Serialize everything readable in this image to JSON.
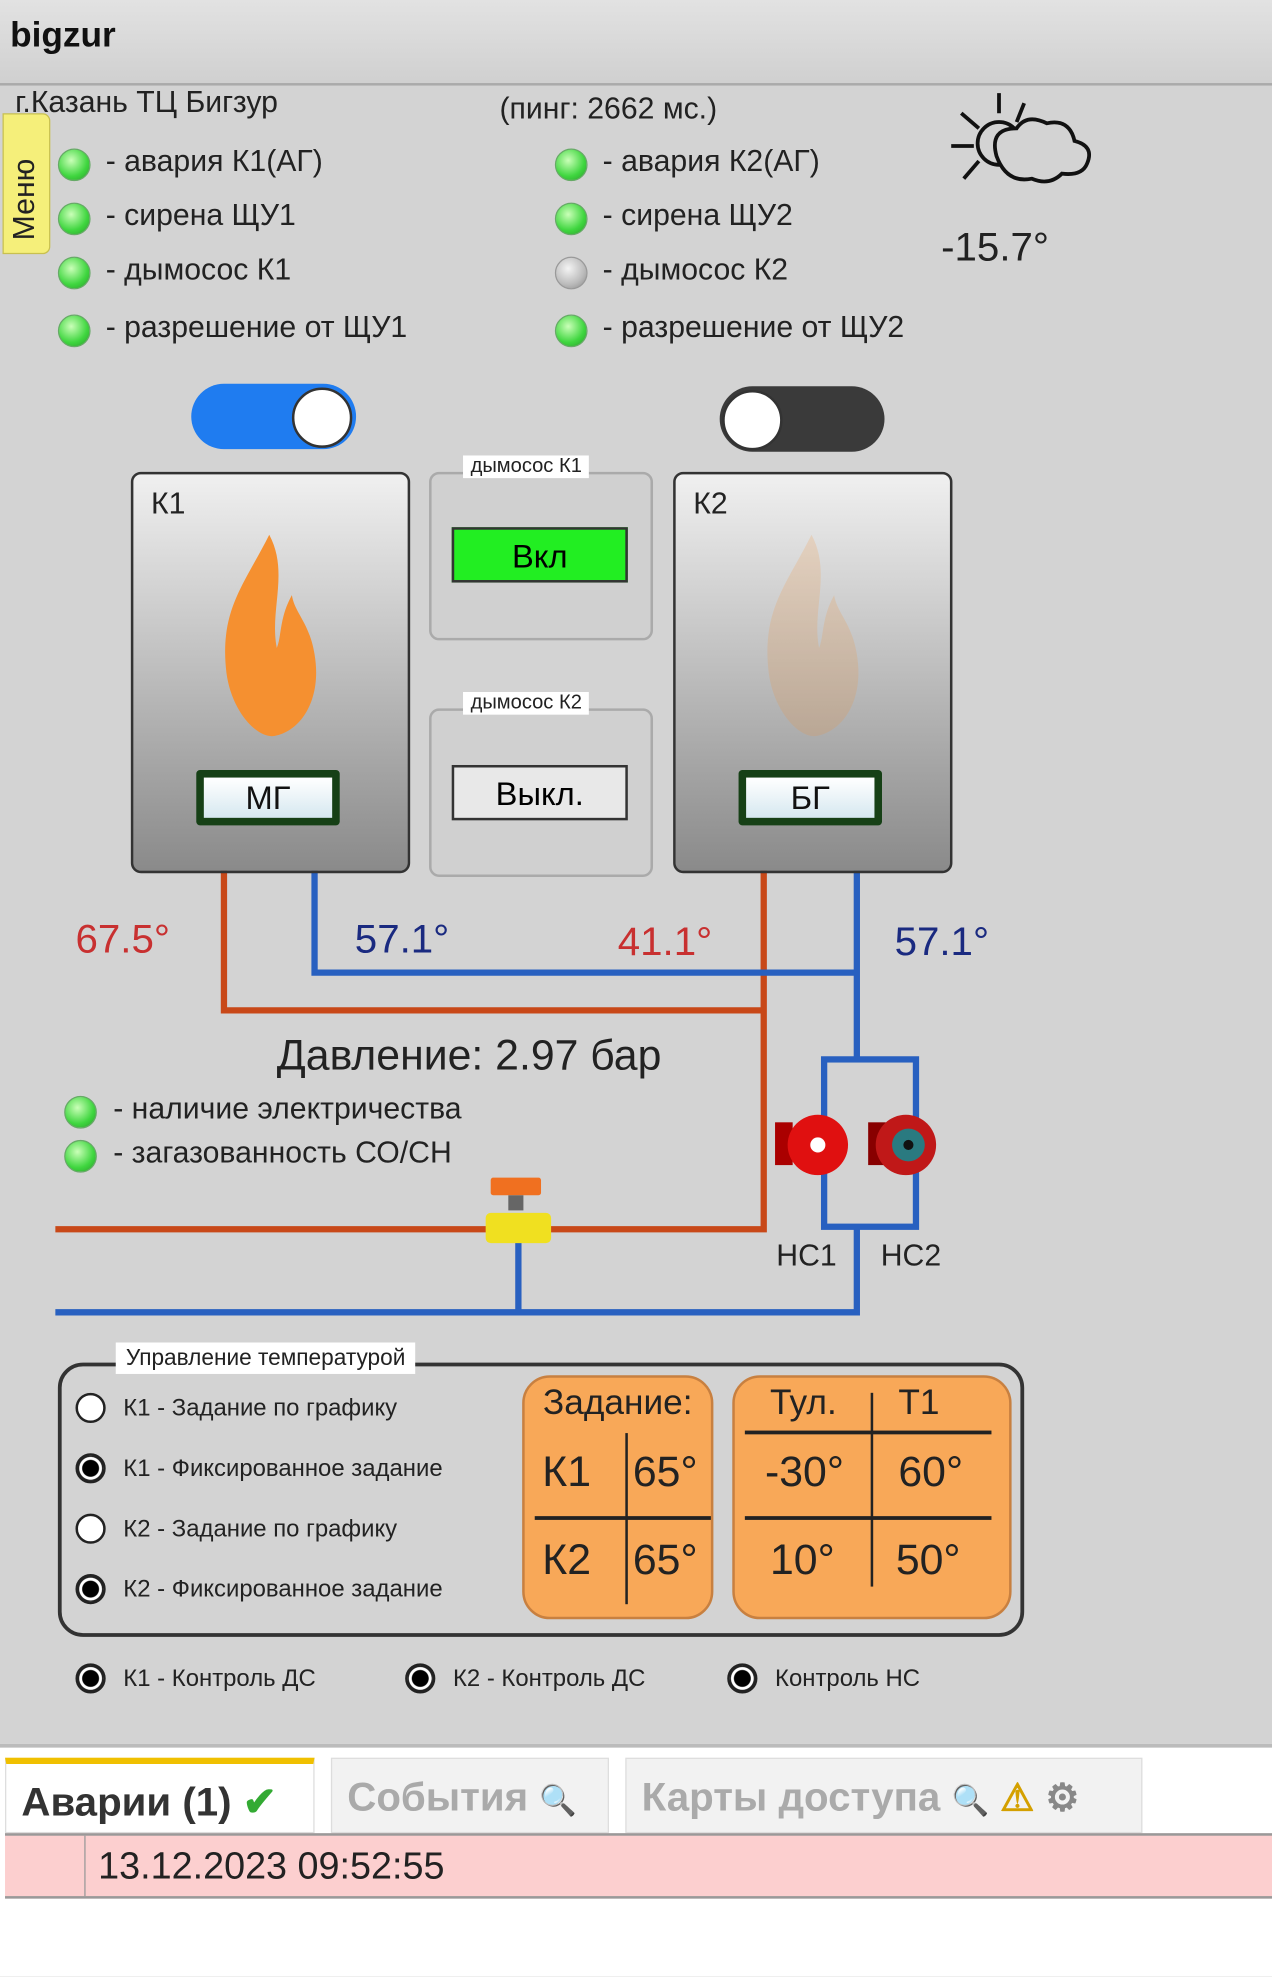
{
  "header": {
    "title": "bigzur"
  },
  "location": "г.Казань ТЦ Бигзур",
  "ping": "(пинг: 2662 мс.)",
  "menu_label": "Меню",
  "weather": {
    "icon": "partly-cloudy-icon",
    "temperature": "-15.7°"
  },
  "status_left": [
    {
      "label": "- авария К1(АГ)",
      "state": "ok"
    },
    {
      "label": "- сирена ЩУ1",
      "state": "ok"
    },
    {
      "label": "- дымосос К1",
      "state": "ok"
    },
    {
      "label": "- разрешение от ЩУ1",
      "state": "ok"
    }
  ],
  "status_right": [
    {
      "label": "- авария К2(АГ)",
      "state": "ok"
    },
    {
      "label": "- сирена ЩУ2",
      "state": "ok"
    },
    {
      "label": "- дымосос К2",
      "state": "off"
    },
    {
      "label": "- разрешение от ЩУ2",
      "state": "ok"
    }
  ],
  "boilers": {
    "k1": {
      "name": "К1",
      "fuel": "МГ",
      "enabled": true,
      "supply_temp": "67.5°",
      "return_temp": "57.1°"
    },
    "k2": {
      "name": "К2",
      "fuel": "БГ",
      "enabled": false,
      "supply_temp": "41.1°",
      "return_temp": "57.1°"
    }
  },
  "smoke_exhausters": {
    "k1": {
      "label": "дымосос К1",
      "button": "Вкл"
    },
    "k2": {
      "label": "дымосос К2",
      "button": "Выкл."
    }
  },
  "pressure": "Давление: 2.97 бар",
  "status_bottom": [
    {
      "label": "- наличие электричества",
      "state": "ok"
    },
    {
      "label": "- загазованность СО/СН",
      "state": "ok"
    }
  ],
  "pumps": [
    "НС1",
    "НС2"
  ],
  "temp_control": {
    "legend": "Управление температурой",
    "options": [
      {
        "label": "К1 - Задание по графику",
        "checked": false
      },
      {
        "label": "К1 - Фиксированное задание",
        "checked": true
      },
      {
        "label": "К2 - Задание по графику",
        "checked": false
      },
      {
        "label": "К2 - Фиксированное задание",
        "checked": true
      }
    ],
    "setpoint": {
      "title": "Задание:",
      "rows": [
        [
          "К1",
          "65°"
        ],
        [
          "К2",
          "65°"
        ]
      ]
    },
    "curve": {
      "headers": [
        "Тул.",
        "Т1"
      ],
      "rows": [
        [
          "-30°",
          "60°"
        ],
        [
          "10°",
          "50°"
        ]
      ]
    }
  },
  "controls": [
    {
      "label": "К1 - Контроль ДС",
      "checked": true
    },
    {
      "label": "К2 - Контроль ДС",
      "checked": true
    },
    {
      "label": "Контроль НС",
      "checked": true
    }
  ],
  "tabs": [
    {
      "label": "Аварии (1)",
      "active": true
    },
    {
      "label": "События"
    },
    {
      "label": "Карты доступа"
    }
  ],
  "alarms": [
    {
      "time": "13.12.2023 09:52:55"
    }
  ]
}
